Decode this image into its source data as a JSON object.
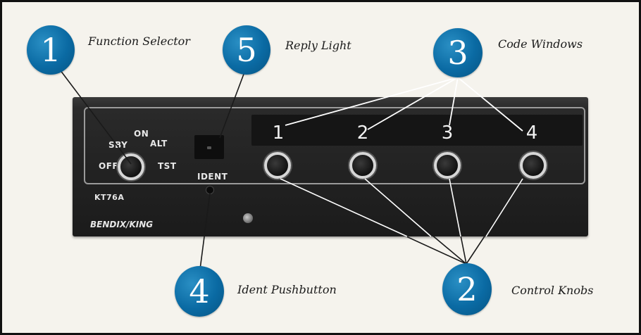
{
  "callouts": [
    {
      "number": "1",
      "caption": "Function Selector"
    },
    {
      "number": "5",
      "caption": "Reply Light"
    },
    {
      "number": "3",
      "caption": "Code Windows"
    },
    {
      "number": "4",
      "caption": "Ident Pushbutton"
    },
    {
      "number": "2",
      "caption": "Control Knobs"
    }
  ],
  "panel": {
    "model": "KT76A",
    "brand": "BENDIX/KING",
    "ident_label": "IDENT",
    "selector_positions": [
      "OFF",
      "SBY",
      "ON",
      "ALT",
      "TST"
    ],
    "code_digits": [
      "1",
      "2",
      "3",
      "4"
    ]
  },
  "colors": {
    "callout_blue": "#0a6aa3",
    "panel_black": "#232323",
    "leader_line": "#1a1a1a",
    "leader_line_light": "#ffffff"
  }
}
